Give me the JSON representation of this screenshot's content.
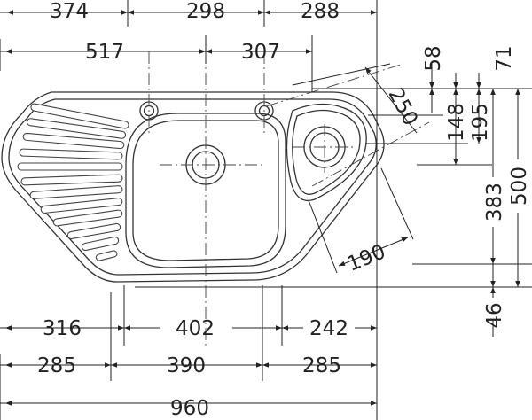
{
  "diagram": {
    "top_row_1": [
      "374",
      "298",
      "288"
    ],
    "top_row_2": [
      "517",
      "307"
    ],
    "right_labels": [
      "58",
      "71",
      "148",
      "195",
      "250",
      "383",
      "500",
      "46"
    ],
    "diagonal_label": "190",
    "bottom_row_1": [
      "316",
      "402",
      "242"
    ],
    "bottom_row_2": [
      "285",
      "390",
      "285"
    ],
    "total_width": "960"
  }
}
